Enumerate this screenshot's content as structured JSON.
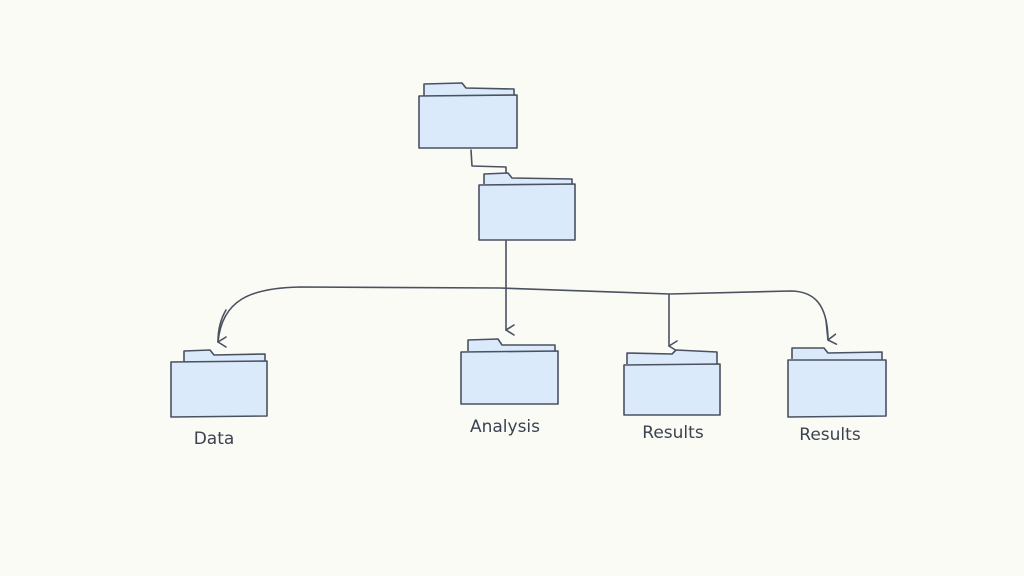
{
  "diagram": {
    "colors": {
      "background": "#fbfbf6",
      "folder_fill": "#dbeafb",
      "stroke": "#4a5160"
    },
    "root_folder": {
      "icon": "folder-icon",
      "label": ""
    },
    "middle_folder": {
      "icon": "folder-icon",
      "label": ""
    },
    "children": [
      {
        "icon": "folder-icon",
        "label": "Data"
      },
      {
        "icon": "folder-icon",
        "label": "Analysis"
      },
      {
        "icon": "folder-icon",
        "label": "Results"
      },
      {
        "icon": "folder-icon",
        "label": "Results"
      }
    ]
  }
}
